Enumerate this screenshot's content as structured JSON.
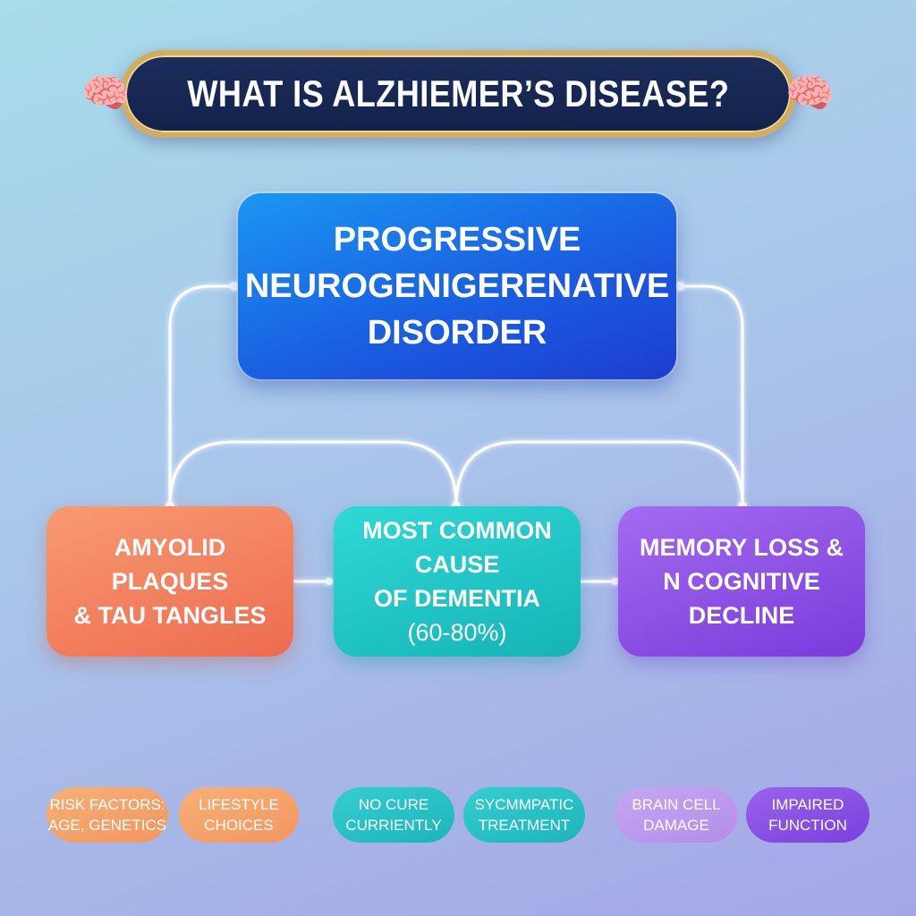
{
  "title": {
    "text": "WHAT IS ALZHIEMER’S DISEASE?",
    "left_icon": "brain-icon",
    "right_icon": "brain-icon"
  },
  "main_box": {
    "lines": [
      "PROGRESSIVE",
      "NEUROGENIGERENATIVE",
      "DISORDER"
    ]
  },
  "sub_boxes": [
    {
      "lines": [
        "AMYOLID PLAQUES",
        "& TAU TANGLES"
      ]
    },
    {
      "lines": [
        "MOST COMMON CAUSE",
        "OF DEMENTIA",
        "(60-80%)"
      ]
    },
    {
      "lines": [
        "MEMORY LOSS &",
        "N COGNITIVE DECLINE"
      ]
    }
  ],
  "pills": [
    {
      "lines": [
        "RISK FACTORS:",
        "AGE, GENETICS"
      ]
    },
    {
      "lines": [
        "LIFESTYLE",
        "CHOICES"
      ]
    },
    {
      "lines": [
        "NO CURE",
        "CURRIENTLY"
      ]
    },
    {
      "lines": [
        "SYCMMPATIC",
        "TREATMENT"
      ]
    },
    {
      "lines": [
        "BRAIN CELL",
        "DAMAGE"
      ]
    },
    {
      "lines": [
        "IMPAIRED",
        "FUNCTION"
      ]
    }
  ],
  "colors": {
    "title_bg": "#16275a",
    "title_border": "#d2ad5e",
    "main_blue": "#1a5fe2",
    "orange": "#ee6b50",
    "teal": "#15b3b5",
    "purple": "#7a3bdb"
  }
}
